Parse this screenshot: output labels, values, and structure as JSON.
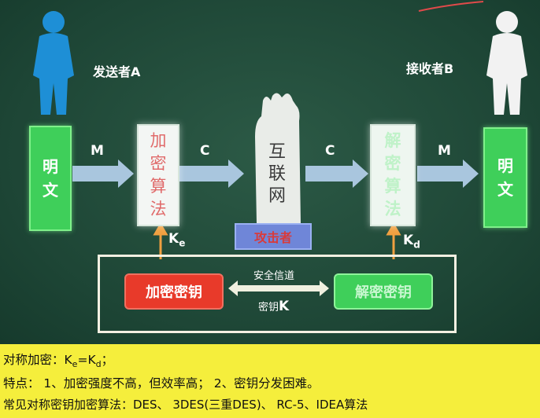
{
  "sender": {
    "label": "发送者A"
  },
  "receiver": {
    "label": "接收者B"
  },
  "plaintext_left": {
    "line1": "明",
    "line2": "文"
  },
  "plaintext_right": {
    "line1": "明",
    "line2": "文"
  },
  "encrypt_algo": {
    "c1": "加",
    "c2": "密",
    "c3": "算",
    "c4": "法"
  },
  "decrypt_algo": {
    "c1": "解",
    "c2": "密",
    "c3": "算",
    "c4": "法"
  },
  "internet": {
    "c1": "互",
    "c2": "联",
    "c3": "网"
  },
  "attacker": {
    "label": "攻击者"
  },
  "arrows": {
    "m1": "M",
    "c1": "C",
    "c2": "C",
    "m2": "M"
  },
  "keys": {
    "ke_main": "K",
    "ke_sub": "e",
    "kd_main": "K",
    "kd_sub": "d",
    "enc_key": "加密密钥",
    "dec_key": "解密密钥",
    "channel": "安全信道",
    "key_text": "密钥",
    "key_letter": "K"
  },
  "notes": {
    "line1_prefix": "对称加密：K",
    "line1_sub1": "e",
    "line1_mid": "=K",
    "line1_sub2": "d",
    "line1_suffix": "；",
    "line2": "特点： 1、加密强度不高，但效率高； 2、密钥分发困难。",
    "line3": "常见对称密钥加密算法：DES、 3DES(三重DES)、 RC-5、IDEA算法"
  },
  "colors": {
    "board": "#1f4a3a",
    "plaintext_green": "#3fcf5a",
    "encrypt_key_red": "#e83a2a",
    "decrypt_key_green": "#3fcf5a",
    "attacker_blue": "#6f86d8",
    "arrow_blue": "#a9c6de",
    "key_arrow_orange": "#f0a040",
    "note_yellow": "#f5ee3c"
  }
}
